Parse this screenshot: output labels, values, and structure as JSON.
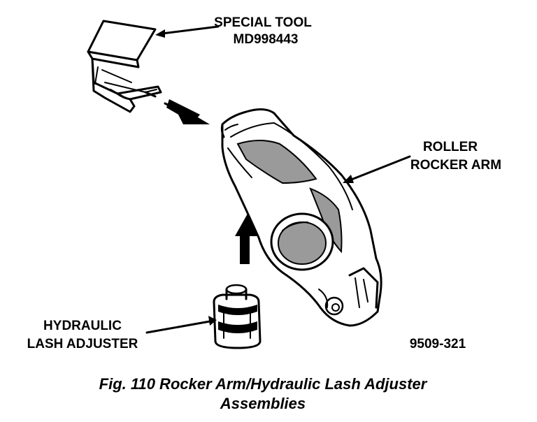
{
  "labels": {
    "special_tool_line1": "SPECIAL TOOL",
    "special_tool_line2": "MD998443",
    "roller_rocker_line1": "ROLLER",
    "roller_rocker_line2": "ROCKER ARM",
    "hydraulic_line1": "HYDRAULIC",
    "hydraulic_line2": "LASH ADJUSTER",
    "figure_number": "9509-321"
  },
  "caption": {
    "line1": "Fig. 110 Rocker Arm/Hydraulic Lash Adjuster",
    "line2": "Assemblies"
  },
  "colors": {
    "ink": "#000000",
    "paper": "#ffffff",
    "shade": "#9a9a9a"
  }
}
